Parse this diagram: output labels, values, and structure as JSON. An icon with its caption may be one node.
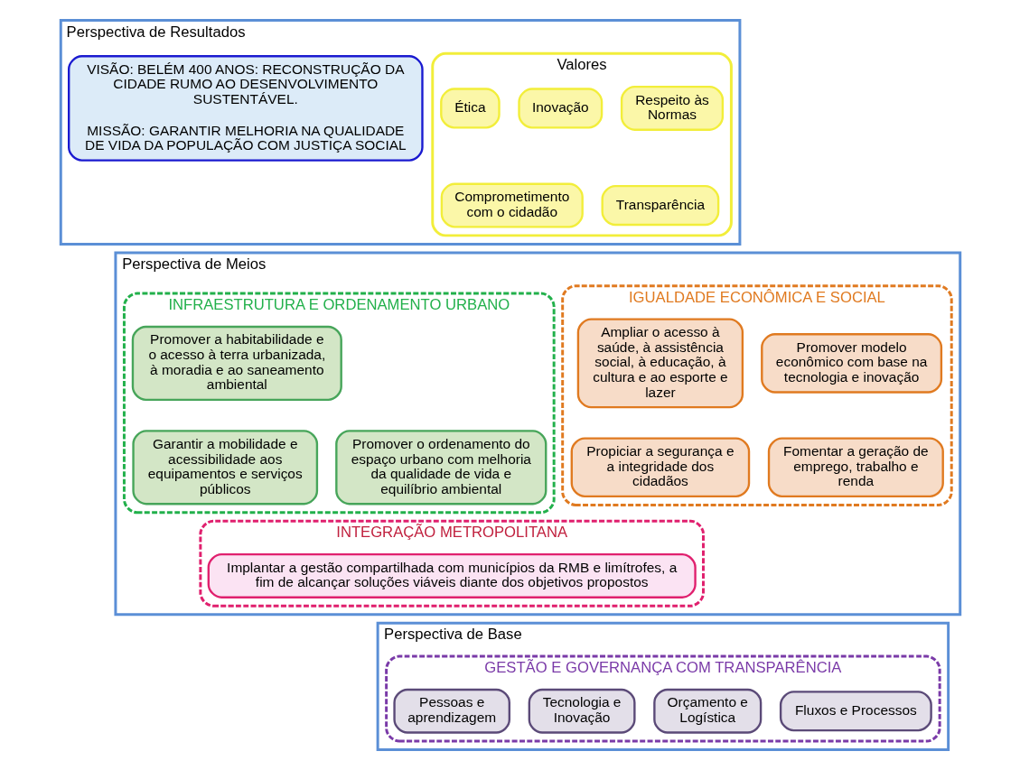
{
  "diagram": {
    "nodes": [
      {
        "text": [
          "Perspectiva de Resultados"
        ]
      },
      {
        "text": [
          "VISÃO: BELÉM 400 ANOS: RECONSTRUÇÃO DA CIDADE RUMO AO DESENVOLVIMENTO SUSTENTÁVEL.",
          "MISSÃO: GARANTIR MELHORIA NA QUALIDADE DE VIDA DA POPULAÇÃO COM JUSTIÇA SOCIAL"
        ],
        "in": 0
      },
      {
        "text": [
          "Valores"
        ],
        "in": 0
      },
      {
        "text": [
          "Ética"
        ],
        "in": 2
      },
      {
        "text": [
          "Inovação"
        ],
        "in": 2
      },
      {
        "text": [
          "Respeito às Normas"
        ],
        "in": 2
      },
      {
        "text": [
          "Comprometimento com o cidadão"
        ],
        "in": 2
      },
      {
        "text": [
          "Transparência"
        ],
        "in": 2
      },
      {
        "text": [
          "Perspectiva de Meios"
        ]
      },
      {
        "text": [
          "IGUALDADE ECONÔMICA E SOCIAL"
        ],
        "in": 8
      },
      {
        "text": [
          "Ampliar o acesso à saúde, à assistência social, à educação, à cultura e ao esporte e lazer"
        ],
        "in": 9
      },
      {
        "text": [
          "Promover modelo econômico com base na tecnologia e inovação"
        ],
        "in": 9
      },
      {
        "text": [
          "Propiciar a segurança e a integridade dos cidadãos"
        ],
        "in": 9
      },
      {
        "text": [
          "Fomentar a geração de emprego, trabalho e renda"
        ],
        "in": 9
      },
      {
        "text": [
          "INFRAESTRUTURA E ORDENAMENTO URBANO"
        ],
        "in": 8
      },
      {
        "text": [
          "Promover a habitabilidade e o acesso à terra urbanizada, à moradia e ao saneamento ambiental"
        ],
        "in": 14
      },
      {
        "text": [
          "Garantir a mobilidade e acessibilidade aos equipamentos e serviços públicos"
        ],
        "in": 14
      },
      {
        "text": [
          "Promover o ordenamento do espaço urbano com melhoria da qualidade de vida e equilíbrio ambiental"
        ],
        "in": 14
      },
      {
        "text": [
          "INTEGRAÇÃO METROPOLITANA"
        ],
        "in": 8
      },
      {
        "text": [
          "Implantar a gestão compartilhada com municípios da RMB e limítrofes, a fim de alcançar soluções viáveis diante dos objetivos propostos"
        ],
        "in": 18
      },
      {
        "text": [
          "Perspectiva de Base"
        ]
      },
      {
        "text": [
          "GESTÃO E GOVERNANÇA COM TRANSPARÊNCIA"
        ],
        "in": 20
      },
      {
        "text": [
          "Pessoas e aprendizagem"
        ],
        "in": 21
      },
      {
        "text": [
          "Tecnologia e Inovação"
        ],
        "in": 21
      },
      {
        "text": [
          "Orçamento e Logística"
        ],
        "in": 21
      },
      {
        "text": [
          "Fluxos e Processos"
        ],
        "in": 21
      }
    ],
    "edges": []
  }
}
